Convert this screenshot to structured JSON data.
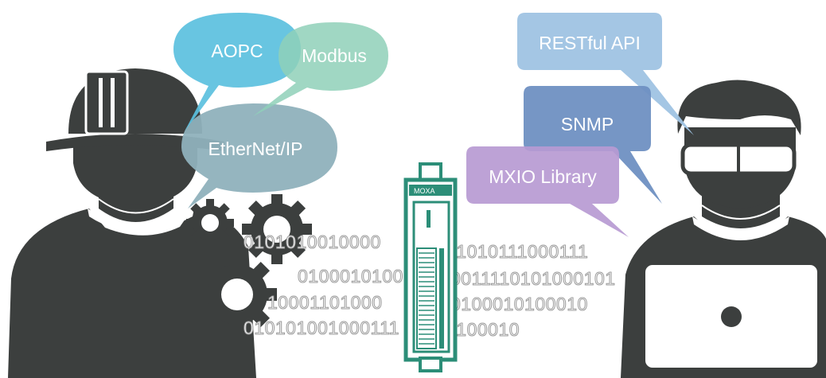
{
  "left_bubbles": {
    "aopc": "AOPC",
    "modbus": "Modbus",
    "ethernet_ip": "EtherNet/IP"
  },
  "right_bubbles": {
    "restful_api": "RESTful API",
    "snmp": "SNMP",
    "mxio_library": "MXIO Library"
  },
  "device": {
    "brand": "MOXA"
  },
  "binary_stream": {
    "row1_left": "0101010010000",
    "row1_right": "01010111000111",
    "row2_left": "0100010100",
    "row2_right": "0011110101000101",
    "row3_left": "10001101000",
    "row3_right": "0100010100010",
    "row4_left": "010101001000111",
    "row4_right": "0100010"
  },
  "colors": {
    "figure": "#3c3f3e",
    "aopc_bubble": "#5bc0de",
    "modbus_bubble": "#8fd0b8",
    "ethernet_bubble": "#8fb1bc",
    "restful_bubble": "#9fc3e3",
    "snmp_bubble": "#6f90c2",
    "mxio_bubble": "#b79ad3",
    "device_green": "#2c8e78"
  }
}
